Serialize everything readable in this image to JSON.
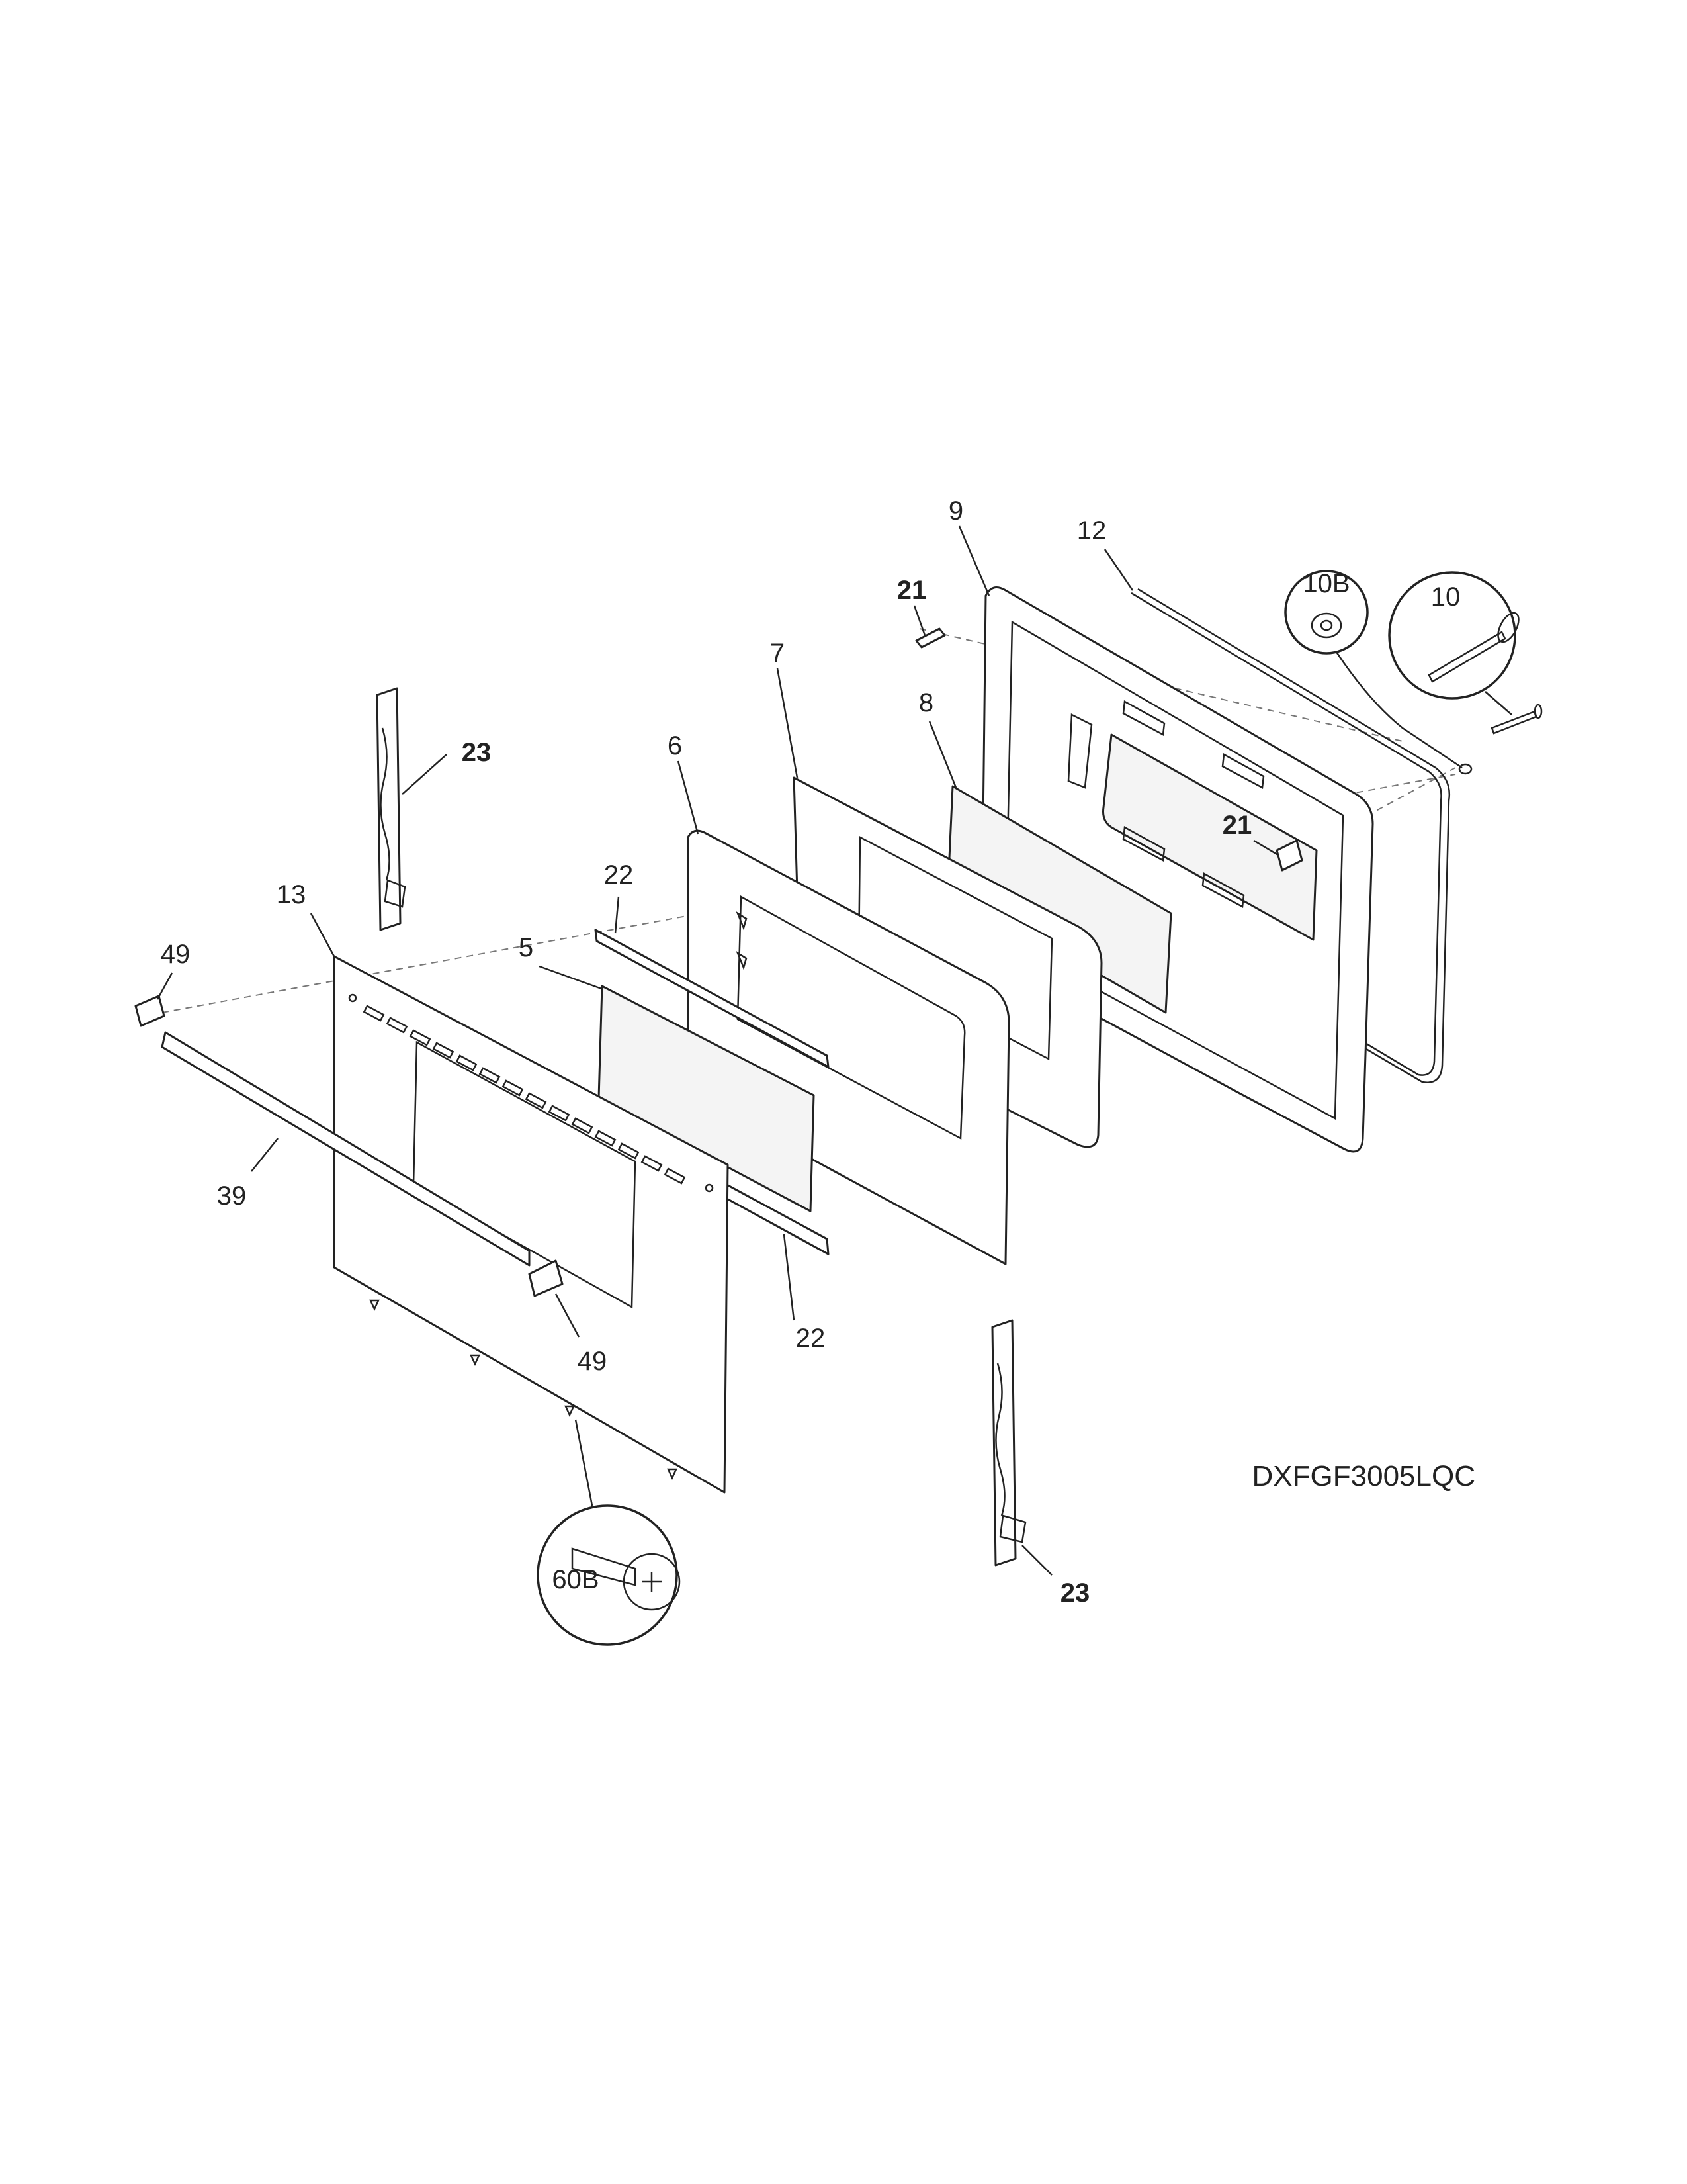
{
  "model_number": "DXFGF3005LQC",
  "labels": {
    "l5": "5",
    "l6": "6",
    "l7": "7",
    "l8": "8",
    "l9": "9",
    "l10": "10",
    "l10b": "10B",
    "l12": "12",
    "l13": "13",
    "l21a": "21",
    "l21b": "21",
    "l22a": "22",
    "l22b": "22",
    "l23a": "23",
    "l23b": "23",
    "l39": "39",
    "l49a": "49",
    "l49b": "49",
    "l60b": "60B"
  }
}
